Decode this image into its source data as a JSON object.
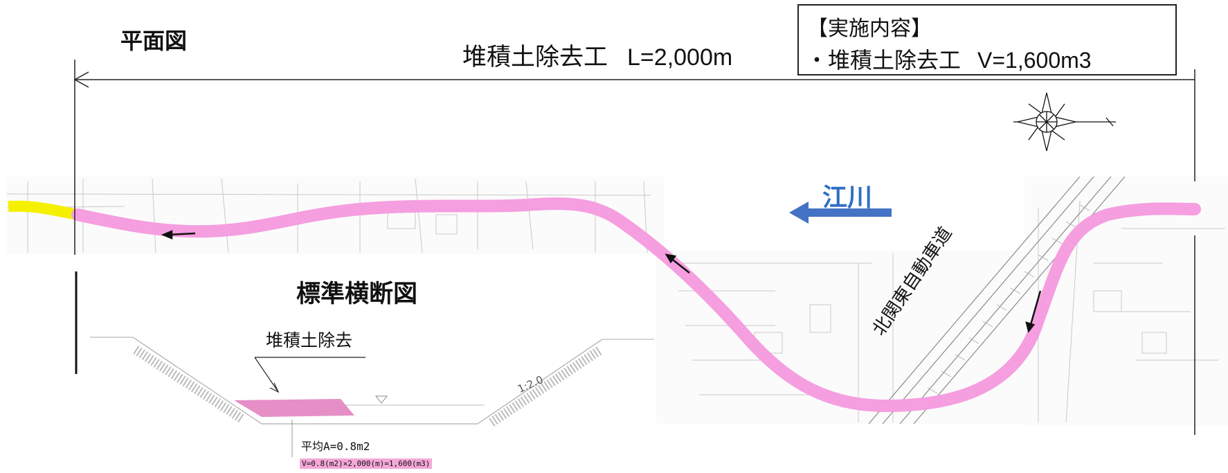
{
  "plan_view": {
    "title": "平面図",
    "extent_label": "堆積土除去工",
    "extent_length": "L=2,000m"
  },
  "work_content": {
    "heading": "【実施内容】",
    "item_label": "・堆積土除去工",
    "item_volume": "V=1,600m3"
  },
  "river": {
    "name": "江川",
    "band_color": "#f59ee0",
    "arrow_color": "#4472c4"
  },
  "expressway_label": "北関東自動車道",
  "cross_section": {
    "title": "標準横断図",
    "deposit_label": "堆積土除去",
    "slope_label": "1:2.0",
    "average_area": "平均A=0.8m2",
    "volume_calc": "V=0.8(m2)×2,000(m)=1,600(m3)",
    "deposit_color": "#e58fc6"
  },
  "icons": {
    "compass": "north-arrow-compass-icon",
    "flow_arrow": "arrow-left-icon"
  }
}
